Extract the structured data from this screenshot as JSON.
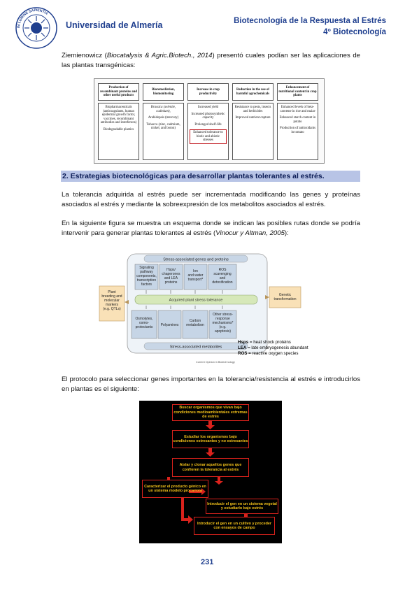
{
  "header": {
    "university": "Universidad de Almería",
    "course_title": "Biotecnología de la Respuesta al Estrés",
    "course_sub": "4º Biotecnología",
    "seal_text": "IN LUMINE SAPIENTIA · UNIVERSITAS ALMERIENSIS"
  },
  "intro": {
    "p1_a": "Ziemienowicz (",
    "p1_cite": "Biocatalysis & Agric.Biotech., 2014",
    "p1_b": ") presentó cuales podían ser las aplicaciones de las plantas transgénicas:"
  },
  "table": {
    "columns": [
      {
        "head": "Production of recombinant proteins and other useful products",
        "items": [
          "Biopharmaceuticals (anticoagulants, human epidermal growth factor, vaccines, recombinant antibodies and interferons)",
          "Biodegradable plastics"
        ]
      },
      {
        "head": "Bioremediation, biomonitoring",
        "items": [
          "Brassica (selenite, cadmium),",
          "Arabidopsis (mercury)",
          "Tobacco (zinc, cadmium, nickel, and boron)"
        ]
      },
      {
        "head": "Increase in crop productivity",
        "items": [
          "Increased yield",
          "Increased photosynthetic capacity",
          "Prolonged shelf-life"
        ],
        "highlight": "Enhanced tolerance to biotic and abiotic stresses"
      },
      {
        "head": "Reduction in the use of harmful agrochemicals",
        "items": [
          "Resistance to pests, insects and herbicides",
          "Improved nutrient capture"
        ]
      },
      {
        "head": "Enhancement of nutritional content in crop plants",
        "items": [
          "Enhanced levels of beta-carotene in rice and maize",
          "Enhanced starch content in potato",
          "Production of antioxidants in tomato"
        ]
      }
    ]
  },
  "section2": {
    "title": "2. Estrategias biotecnológicas para desarrollar plantas tolerantes al estrés."
  },
  "para2": "La tolerancia adquirida al estrés puede ser incrementada modificando las genes y proteínas asociados al estrés y mediante la sobreexpresión de los metabolitos asociados al estrés.",
  "para3": {
    "a": "En la siguiente figura se muestra un esquema donde se indican las posibles rutas donde se podría intervenir para generar plantas tolerantes al estrés (",
    "cite": "Vinocur y Altman, 2005",
    "b": "):"
  },
  "diagram": {
    "top_label": "Stress-associated genes and proteins",
    "top_boxes": [
      "Signaling pathway components, transcription factors",
      "Hsps/ chaperones and LEA proteins",
      "Ion and water transport*",
      "ROS scavenging and detoxification"
    ],
    "middle": "Acquired plant stress tolerance",
    "bottom_boxes": [
      "Osmolytes, osmo-protectants",
      "Polyamines",
      "Carbon metabolism",
      "Other stress-response mechanisms* (e.g. apoptosis)"
    ],
    "bottom_label": "Stress-associated metabolites",
    "left": "Plant breeding and molecular markers (e.g. QTLs)",
    "right": "Genetic transformation",
    "source": "Current Opinion in Biotechnology",
    "legend": [
      {
        "abbr": "Hsps",
        "text": " = heat shock proteins"
      },
      {
        "abbr": "LEA",
        "text": " = late embryogenesis abundant"
      },
      {
        "abbr": "ROS",
        "text": " = reactive oxygen species"
      }
    ]
  },
  "para4": "El protocolo  para seleccionar genes importantes en la tolerancia/resistencia al estrés e introducirlos en plantas es el siguiente:",
  "flow": {
    "steps": [
      "Buscar organismos que vivan bajo condiciones medioambientales extremas de estrés",
      "Estudiar los organismos bajo condiciones estresantes y no estresantes",
      "Aislar y clonar aquellos genes que confieren la tolerancia al estrés",
      "Caracterizar el producto génico en un sistema modelo procariota",
      "Introducir el gen en un sistema vegetal y estudiarlo bajo estrés",
      "Introducir el gen en un cultivo y proceder con ensayos de campo"
    ]
  },
  "page_number": "231"
}
